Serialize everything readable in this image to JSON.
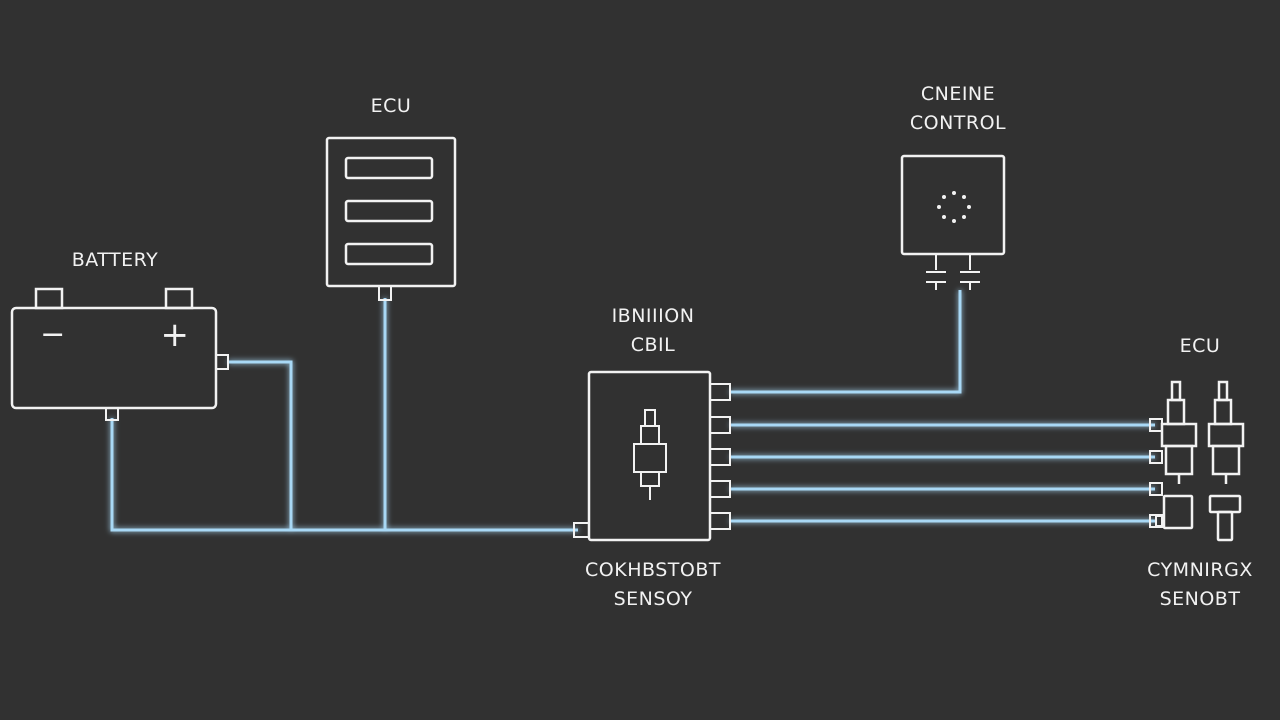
{
  "colors": {
    "background": "#313131",
    "component_stroke": "#f2f2f2",
    "wire": "#a8d8f5",
    "wire_glow": "#3fa0e0"
  },
  "labels": {
    "battery": "BATTERY",
    "battery_minus": "−",
    "battery_plus": "+",
    "ecu_top": "ECU",
    "engine_control_line1": "CNEINE",
    "engine_control_line2": "CONTROL",
    "ignition_coil_line1": "IBNIIION",
    "ignition_coil_line2": "CBIL",
    "ecu_right": "ECU",
    "sensor_left_line1": "COKHBSTOBT",
    "sensor_left_line2": "SENSOY",
    "sensor_right_line1": "CYMNIRGX",
    "sensor_right_line2": "SENOBT"
  },
  "icons": {
    "battery": "battery-icon",
    "ecu": "ecu-module-icon",
    "engine_control": "engine-control-module-icon",
    "ignition_coil": "ignition-coil-icon",
    "spark_plug": "spark-plug-icon"
  }
}
